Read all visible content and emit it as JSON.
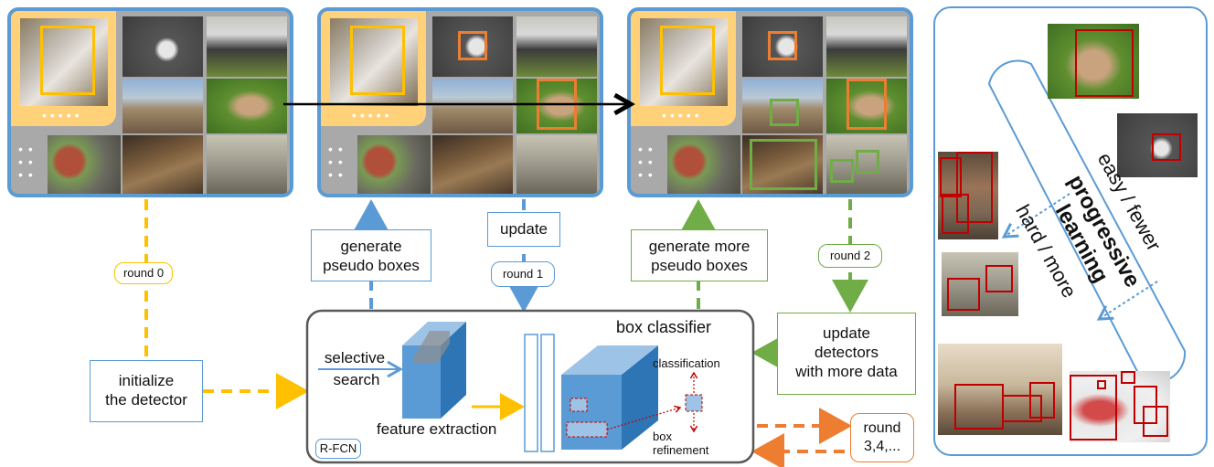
{
  "labels": {
    "round0": "round 0",
    "round1": "round 1",
    "round2": "round 2",
    "round3_line1": "round",
    "round3_line2": "3,4,...",
    "init_line1": "initialize",
    "init_line2": "the detector",
    "gen_line1": "generate",
    "gen_line2": "pseudo boxes",
    "update": "update",
    "genmore_line1": "generate more",
    "genmore_line2": "pseudo boxes",
    "upd_line1": "update",
    "upd_line2": "detectors",
    "upd_line3": "with more data",
    "box_classifier": "box classifier",
    "selective_line1": "selective",
    "selective_line2": "search",
    "feature_extraction": "feature extraction",
    "classification": "classification",
    "box_refinement_line1": "box",
    "box_refinement_line2": "refinement",
    "rfcn": "R-FCN",
    "progressive_learning": "progressive learning",
    "easy_fewer": "easy / fewer",
    "hard_more": "hard / more"
  },
  "colors": {
    "blue": "#5b9bd5",
    "yellow": "#ffc000",
    "green": "#70ad47",
    "orange": "#ed7d31",
    "red": "#c00000",
    "highlight": "#ffd27a"
  },
  "icons": [
    "image-thumbnail",
    "bounding-box",
    "feature-cube",
    "arrow"
  ]
}
